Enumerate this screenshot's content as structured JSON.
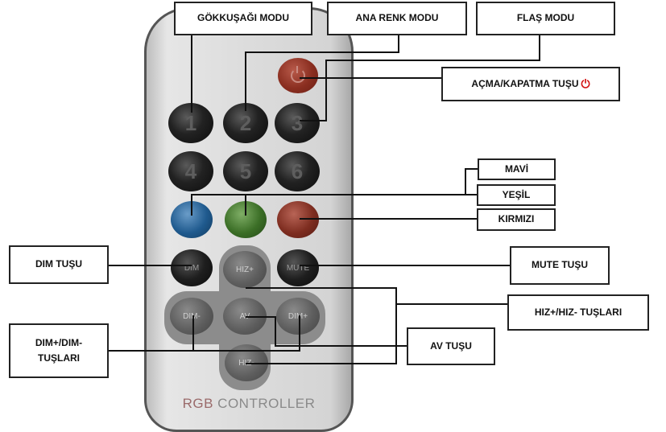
{
  "remote": {
    "brand_rgb": "RGB",
    "brand_rest": " CONTROLLER",
    "buttons": {
      "b1": "1",
      "b2": "2",
      "b3": "3",
      "b4": "4",
      "b5": "5",
      "b6": "6",
      "dim": "DIM",
      "mute": "MUTE",
      "hiz_plus": "HIZ+",
      "dim_minus": "DIM-",
      "av": "AV",
      "dim_plus": "DIM+",
      "hiz_minus": "HIZ-"
    }
  },
  "labels": {
    "rainbow": "GÖKKUŞAĞI MODU",
    "main_color": "ANA RENK MODU",
    "flash": "FLAŞ MODU",
    "power": "AÇMA/KAPATMA TUŞU",
    "blue": "MAVİ",
    "green": "YEŞİL",
    "red": "KIRMIZI",
    "dim": "DIM TUŞU",
    "mute": "MUTE TUŞU",
    "speed": "HIZ+/HIZ- TUŞLARI",
    "dim_pm_line1": "DIM+/DIM-",
    "dim_pm_line2": "TUŞLARI",
    "av": "AV TUŞU"
  },
  "colors": {
    "power_symbol": "#d21414",
    "blue_button": "#1f5a8e",
    "green_button": "#3b6e26",
    "red_button": "#7e2d20"
  }
}
